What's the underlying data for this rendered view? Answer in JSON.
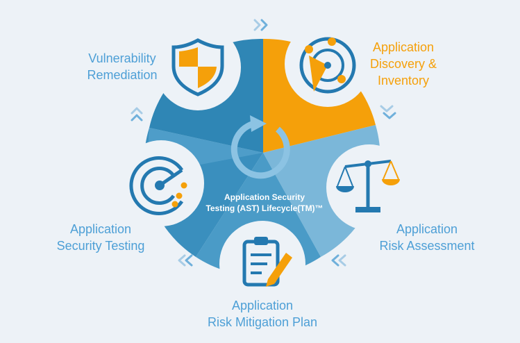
{
  "colors": {
    "background": "#edf2f7",
    "accent_orange": "#f5a00a",
    "blue_dark": "#2f86b5",
    "blue_mid": "#4a9bc7",
    "blue_light": "#7bb7d9",
    "label_blue": "#4d9fd6",
    "icon_blue": "#2479b0"
  },
  "center": {
    "line1": "Application Security",
    "line2": "Testing (AST) Lifecycle(TM)™"
  },
  "stages": [
    {
      "id": "discovery",
      "lines": [
        "Application",
        "Discovery &",
        "Inventory"
      ],
      "icon": "radar-icon",
      "highlighted": true
    },
    {
      "id": "risk-assessment",
      "lines": [
        "Application",
        "Risk Assessment"
      ],
      "icon": "scales-icon",
      "highlighted": false
    },
    {
      "id": "mitigation",
      "lines": [
        "Application",
        "Risk Mitigation Plan"
      ],
      "icon": "clipboard-pencil-icon",
      "highlighted": false
    },
    {
      "id": "testing",
      "lines": [
        "Application",
        "Security Testing"
      ],
      "icon": "target-scan-icon",
      "highlighted": false
    },
    {
      "id": "remediation",
      "lines": [
        "Vulnerability",
        "Remediation"
      ],
      "icon": "shield-icon",
      "highlighted": false
    }
  ]
}
